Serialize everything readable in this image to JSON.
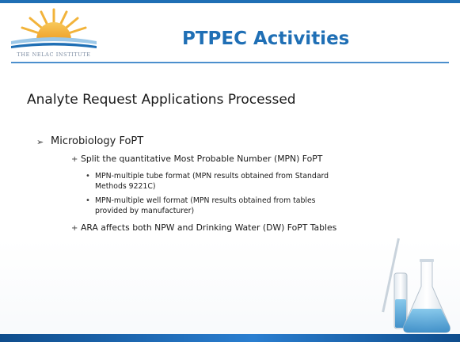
{
  "header": {
    "logo_text": "THE NELAC INSTITUTE",
    "title": "PTPEC Activities"
  },
  "content": {
    "heading": "Analyte Request Applications Processed",
    "level1": {
      "bullet": "➢",
      "text": "Microbiology FoPT"
    },
    "level2": [
      {
        "bullet": "+",
        "text": "Split the quantitative Most Probable Number (MPN) FoPT"
      },
      {
        "bullet": "+",
        "text": "ARA affects both NPW and Drinking Water (DW) FoPT Tables"
      }
    ],
    "level3": [
      {
        "bullet": "•",
        "line1": "MPN-multiple tube format (MPN results obtained from Standard",
        "line2": "Methods 9221C)"
      },
      {
        "bullet": "•",
        "line1": "MPN-multiple well format (MPN results obtained from tables",
        "line2": "provided by manufacturer)"
      }
    ]
  },
  "colors": {
    "title": "#1f6fb5",
    "divider": "#2b7bc4",
    "band": "#1f6fb5",
    "sun": "#f2b33a",
    "liquid": "#4aa6d8"
  },
  "icons": {
    "logo": "sunrise-logo-icon",
    "decoration": "lab-flask-icon"
  }
}
